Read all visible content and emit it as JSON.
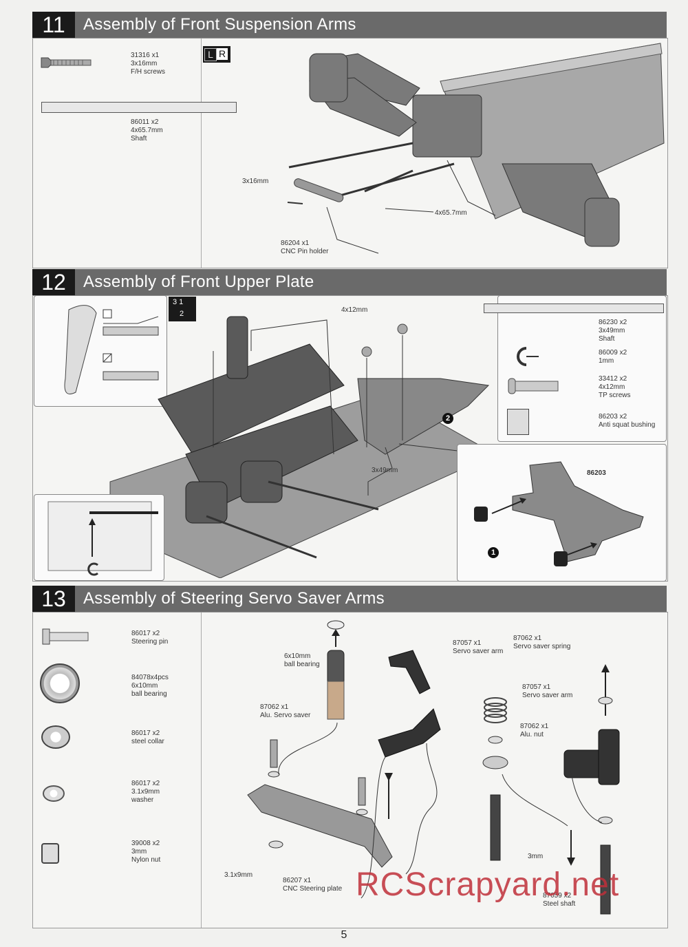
{
  "steps": [
    {
      "number": "11",
      "title": "Assembly of Front Suspension Arms"
    },
    {
      "number": "12",
      "title": "Assembly of Front Upper Plate"
    },
    {
      "number": "13",
      "title": "Assembly of Steering Servo Saver Arms"
    }
  ],
  "step11": {
    "lr_left": "L",
    "lr_right": "R",
    "parts": [
      {
        "code": "31316  x1",
        "size": "3x16mm",
        "name": "F/H screws",
        "icon": "flat-head-screw-icon"
      },
      {
        "code": "86011  x2",
        "size": "4x65.7mm",
        "name": "Shaft",
        "icon": "shaft-icon"
      }
    ],
    "callouts": {
      "screw": "3x16mm",
      "shaft": "4x65.7mm",
      "holder_code": "86204  x1",
      "holder_name": "CNC Pin holder"
    }
  },
  "step12": {
    "order_top": "3  1",
    "order_bottom": "2",
    "parts": [
      {
        "code": "86230  x2",
        "size": "3x49mm",
        "name": "Shaft",
        "icon": "shaft-icon"
      },
      {
        "code": "86009  x2",
        "size": "1mm",
        "name": "",
        "icon": "e-clip-icon"
      },
      {
        "code": "33412  x2",
        "size": "4x12mm",
        "name": "TP screws",
        "icon": "tp-screw-icon"
      },
      {
        "code": "86203  x2",
        "size": "Anti squat bushing",
        "name": "",
        "icon": "bushing-icon"
      }
    ],
    "callouts": {
      "screws": "4x12mm",
      "shaft": "3x49mm",
      "bushing_code": "86203",
      "marker1": "1",
      "marker2": "2"
    }
  },
  "step13": {
    "parts": [
      {
        "code": "86017  x2",
        "size": "Steering pin",
        "name": "",
        "icon": "steering-pin-icon"
      },
      {
        "code": "84078x4pcs",
        "size": "6x10mm",
        "name": "ball bearing",
        "icon": "ball-bearing-icon"
      },
      {
        "code": "86017  x2",
        "size": "steel collar",
        "name": "",
        "icon": "steel-collar-icon"
      },
      {
        "code": "86017  x2",
        "size": "3.1x9mm",
        "name": "washer",
        "icon": "washer-icon"
      },
      {
        "code": "39008  x2",
        "size": "3mm",
        "name": "Nylon nut",
        "icon": "nylon-nut-icon"
      }
    ],
    "callouts": {
      "bearing_size": "6x10mm",
      "bearing_name": "ball bearing",
      "saver_code": "87062  x1",
      "saver_name": "Alu. Servo saver",
      "arm1_code": "87057  x1",
      "arm1_name": "Servo saver arm",
      "spring_code": "87062  x1",
      "spring_name": "Servo saver spring",
      "arm2_code": "87057  x1",
      "arm2_name": "Servo saver arm",
      "nut_code": "87062  x1",
      "nut_name": "Alu. nut",
      "washer": "3.1x9mm",
      "plate_code": "86207  x1",
      "plate_name": "CNC Steering plate",
      "nut3": "3mm",
      "shaft_code": "87059  x2",
      "shaft_name": "Steel shaft"
    }
  },
  "page_number": "5",
  "watermark": "RCScrapyard.net"
}
